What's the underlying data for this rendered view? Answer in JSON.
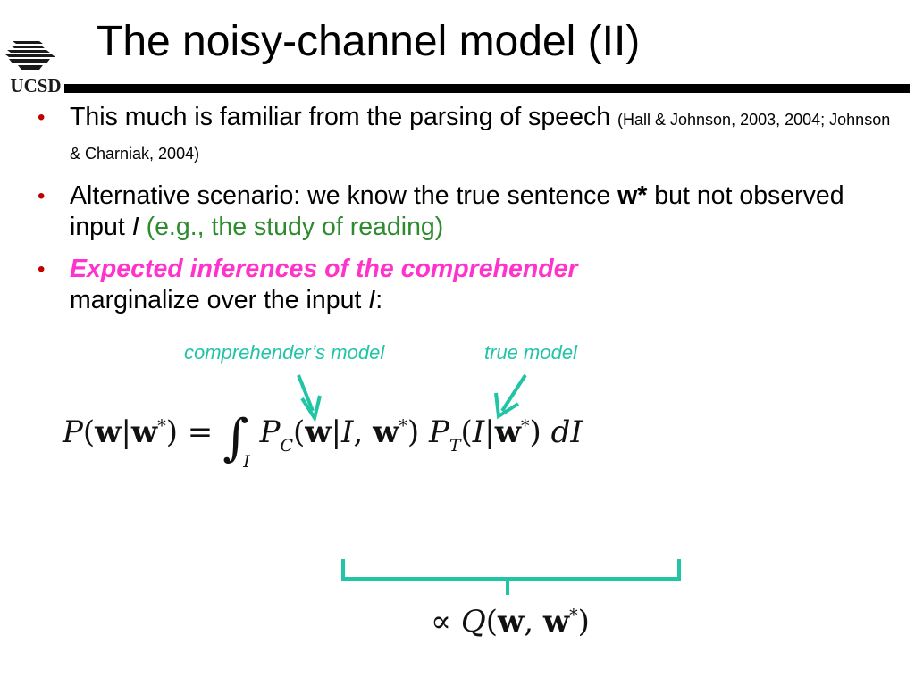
{
  "logo": {
    "text": "UCSD"
  },
  "title": "The noisy-channel model (II)",
  "bullets": [
    {
      "main": "This much is familiar from the parsing of speech",
      "citation": "(Hall & Johnson, 2003, 2004; Johnson & Charniak, 2004)"
    },
    {
      "part1": "Alternative scenario: we know the true sentence",
      "bold_var": "w*",
      "part2": "but not observed input",
      "italic_var": "I",
      "green_note": "(e.g., the study of reading)"
    },
    {
      "emphasis": "Expected inferences of the comprehender",
      "rest": "marginalize over the input",
      "italic_var": "I",
      "colon": ":"
    }
  ],
  "annotations": {
    "comprehender_model": "comprehender’s model",
    "true_model": "true model"
  },
  "equation": {
    "lhs": "P(w|w*) =",
    "integral": "∫",
    "integral_sub": "I",
    "term1": "P",
    "term1_sub": "C",
    "term1_args": "(w|I, w*)",
    "term2": "P",
    "term2_sub": "T",
    "term2_args": "(I|w*) dI",
    "proportional": "∝ Q(w, w*)"
  },
  "colors": {
    "bullet": "#c00000",
    "green_note": "#2e8b2e",
    "emphasis": "#ff33cc",
    "annotation": "#21c4a5",
    "rule": "#000000"
  }
}
